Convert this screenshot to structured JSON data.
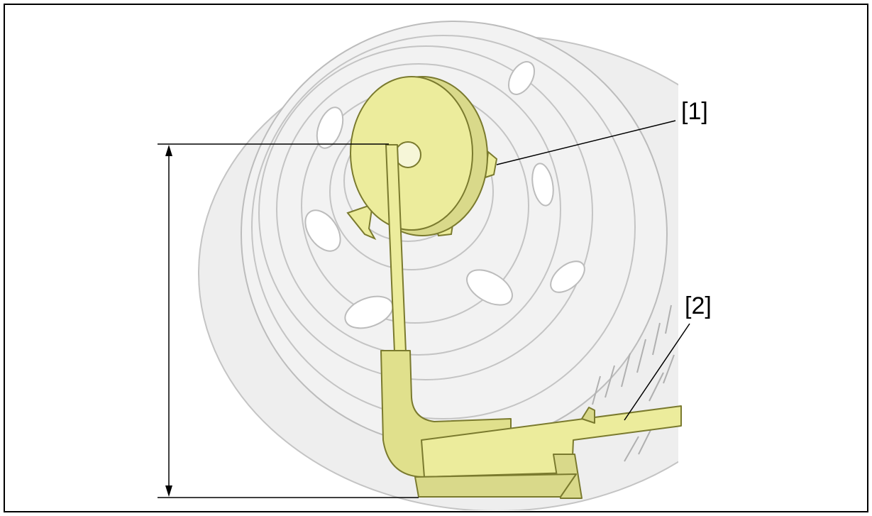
{
  "callouts": [
    {
      "id": "1",
      "label": "[1]"
    },
    {
      "id": "2",
      "label": "[2]"
    }
  ],
  "colors": {
    "tool_fill": "#ecec9c",
    "tool_stroke": "#7a7a2e",
    "wheel_fill": "#eeeeee",
    "wheel_line": "#b8b8b8",
    "dimension_line": "#000000",
    "frame_border": "#000000"
  }
}
